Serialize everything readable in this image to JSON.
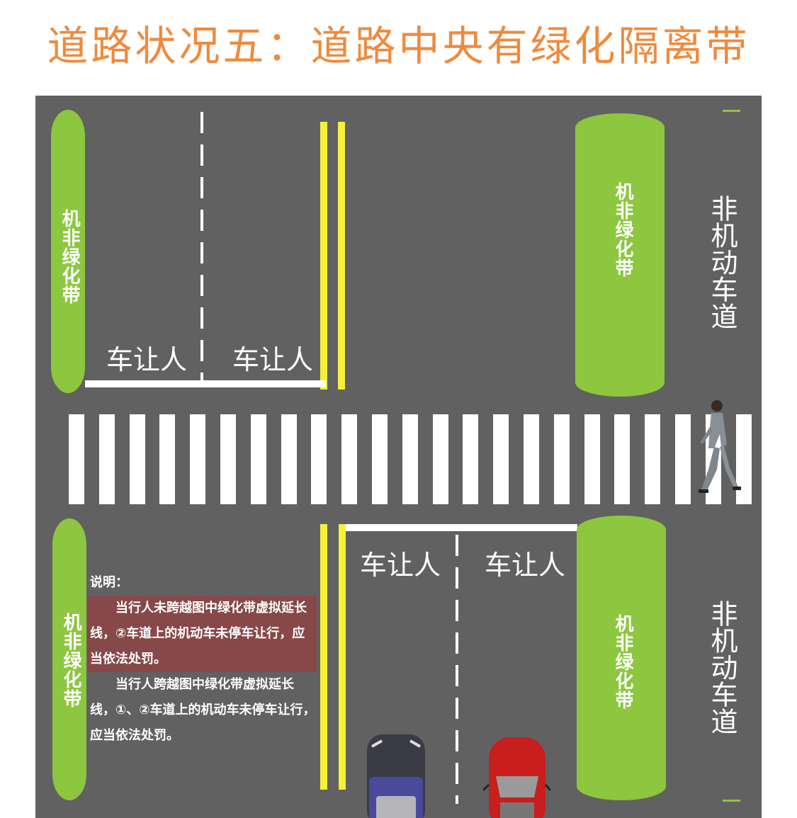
{
  "title": "道路状况五：道路中央有绿化隔离带",
  "labels": {
    "green_belt": "机非绿化带",
    "bike_lane": "非机动车道",
    "yield": "车让人"
  },
  "note": {
    "heading": "说明：",
    "para1": "　　当行人未跨越图中绿化带虚拟延长线，②车道上的机动车未停车让行，应当依法处罚。",
    "para2": "　　当行人跨越图中绿化带虚拟延长线，①、②车道上的机动车未停车让行，应当依法处罚。"
  },
  "colors": {
    "road": "#616161",
    "green": "#8dc63f",
    "yellow": "#f5f03a",
    "title": "#ef8a3e",
    "highlight": "#864848"
  }
}
